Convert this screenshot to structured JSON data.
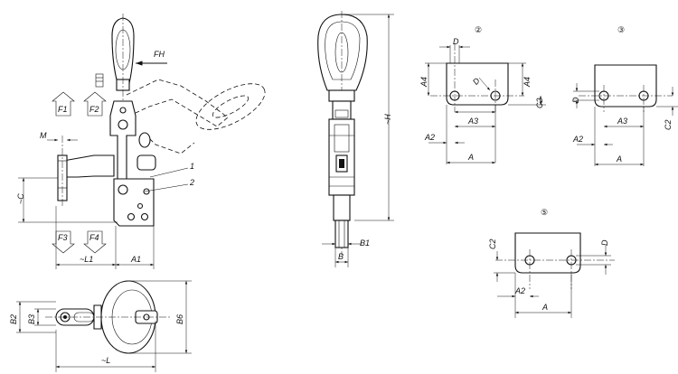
{
  "labels": {
    "FH": "FH",
    "F1": "F1",
    "F2": "F2",
    "F3": "F3",
    "F4": "F4",
    "M": "M",
    "C": "~C",
    "L1": "~L1",
    "A1": "A1",
    "part1": "1",
    "part2": "2",
    "H": "~H",
    "B": "B",
    "B1": "B1",
    "B2": "B2",
    "B3": "B3",
    "B6": "B6",
    "L": "~L",
    "D": "D",
    "A": "A",
    "A2": "A2",
    "A3": "A3",
    "A4": "A4",
    "C2": "C2"
  },
  "variants": {
    "v2": "②",
    "v3": "③",
    "v5": "⑤"
  }
}
